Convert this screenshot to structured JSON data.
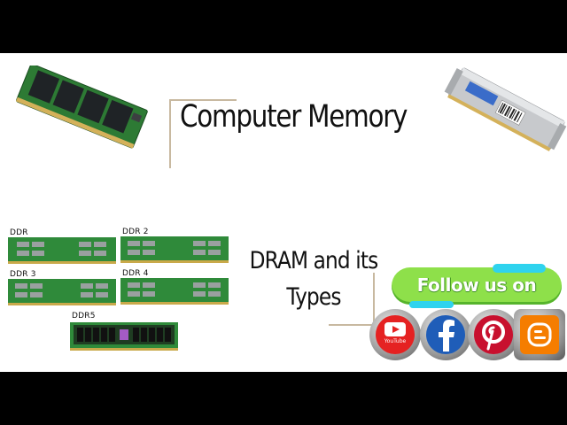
{
  "title": "Computer Memory",
  "subtitle_line1": "DRAM and its",
  "subtitle_line2": "Types",
  "ram_labels": [
    "DDR",
    "DDR 2",
    "DDR 3",
    "DDR 4",
    "DDR5"
  ],
  "follow": {
    "text": "Follow us on"
  },
  "social": [
    {
      "icon": "youtube-icon",
      "label": "YouTube",
      "color": "#e52222"
    },
    {
      "icon": "facebook-icon",
      "color": "#1f5db8"
    },
    {
      "icon": "pinterest-icon",
      "color": "#c8102e"
    },
    {
      "icon": "blogger-icon",
      "color": "#f57d00"
    }
  ],
  "colors": {
    "background": "#ffffff",
    "letterbox": "#000000",
    "ram_pcb": "#2f8a3a",
    "ram_chip": "#9aa0a0",
    "follow_pill": "#8ee04a",
    "follow_accent": "#2fd3ee"
  }
}
